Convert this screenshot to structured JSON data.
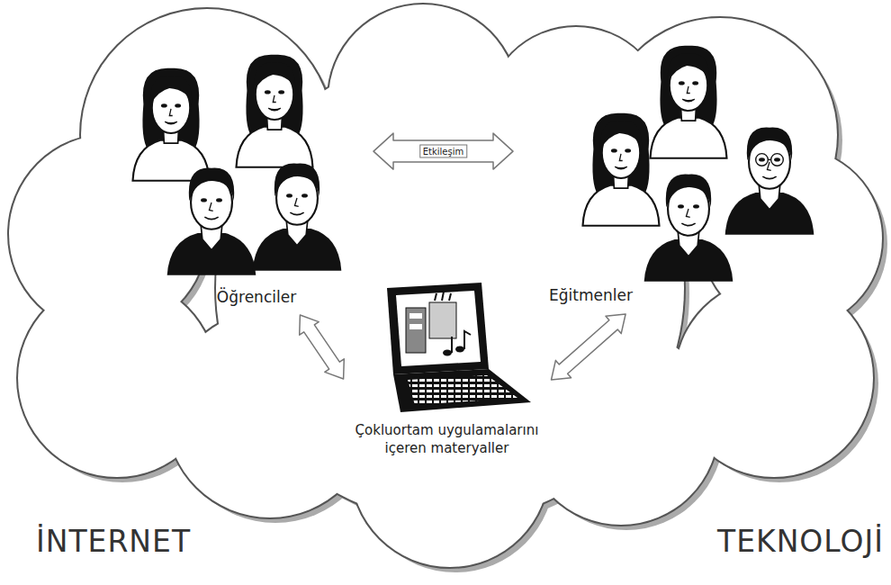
{
  "diagram": {
    "nodes": [
      {
        "text": [
          "Öğrenciler"
        ]
      },
      {
        "text": [
          "Eğitmenler"
        ]
      },
      {
        "text": [
          "Çokluortam uygulamalarını içeren materyaller"
        ]
      }
    ],
    "edges": [
      {
        "from": 0,
        "to": 1,
        "label": "Etkileşim",
        "arrow": "both"
      },
      {
        "from": 0,
        "to": 2,
        "arrow": "both"
      },
      {
        "from": 1,
        "to": 2,
        "arrow": "both"
      }
    ],
    "labels": [
      "İNTERNET",
      "TEKNOLOJİ"
    ]
  }
}
